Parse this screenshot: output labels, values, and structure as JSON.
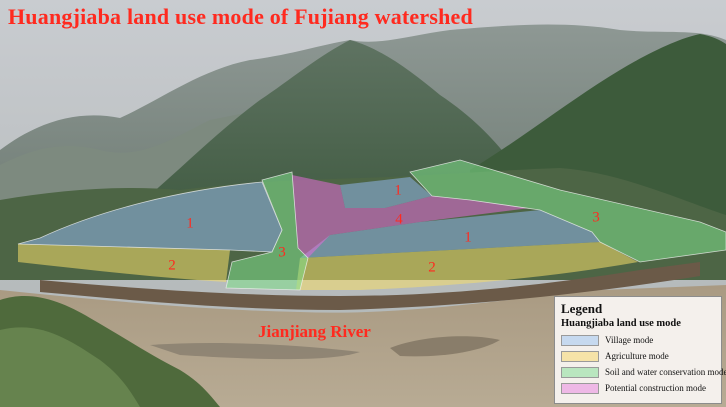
{
  "title": "Huangjiaba land use mode of Fujiang watershed",
  "zone_labels": {
    "village_left": "1",
    "village_center": "1",
    "village_top": "1",
    "agriculture_left": "2",
    "agriculture_right": "2",
    "conservation_center": "3",
    "conservation_right": "3",
    "construction": "4"
  },
  "river_label": "Jianjiang River",
  "legend": {
    "title": "Legend",
    "subtitle": "Huangjiaba land use mode",
    "items": [
      {
        "label": "Village mode",
        "color": "#c6d9ef"
      },
      {
        "label": "Agriculture mode",
        "color": "#f6e3a8"
      },
      {
        "label": "Soil and water conservation mode",
        "color": "#b9e6bf"
      },
      {
        "label": "Potential construction mode",
        "color": "#eeb8e6"
      }
    ]
  },
  "overlay_colors": {
    "village": "#8fb4e8",
    "agriculture": "#f5df6a",
    "conservation": "#7fe08a",
    "construction": "#e36bd8"
  }
}
